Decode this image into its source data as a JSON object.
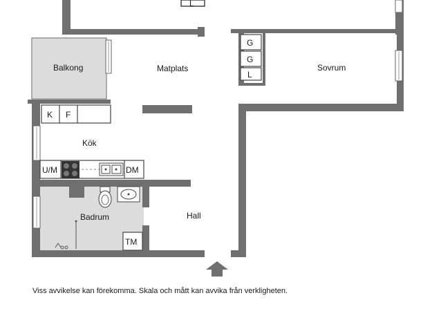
{
  "rooms": {
    "balkong": "Balkong",
    "matplats": "Matplats",
    "sovrum": "Sovrum",
    "kok": "Kök",
    "badrum": "Badrum",
    "hall": "Hall"
  },
  "fixtures": {
    "wardrobe_1": "G",
    "wardrobe_2": "G",
    "linen": "L",
    "top_linen": "L",
    "fridge": "K",
    "freezer": "F",
    "microwave": "U/M",
    "dishwasher": "DM",
    "dryer": "TM"
  },
  "disclaimer": "Viss avvikelse kan förekomma. Skala och mått kan avvika från verkligheten.",
  "colors": {
    "wall": "#6f6f6f",
    "wet_room": "#dcdcdc",
    "balcony": "#dcdcdc",
    "line": "#555555"
  }
}
